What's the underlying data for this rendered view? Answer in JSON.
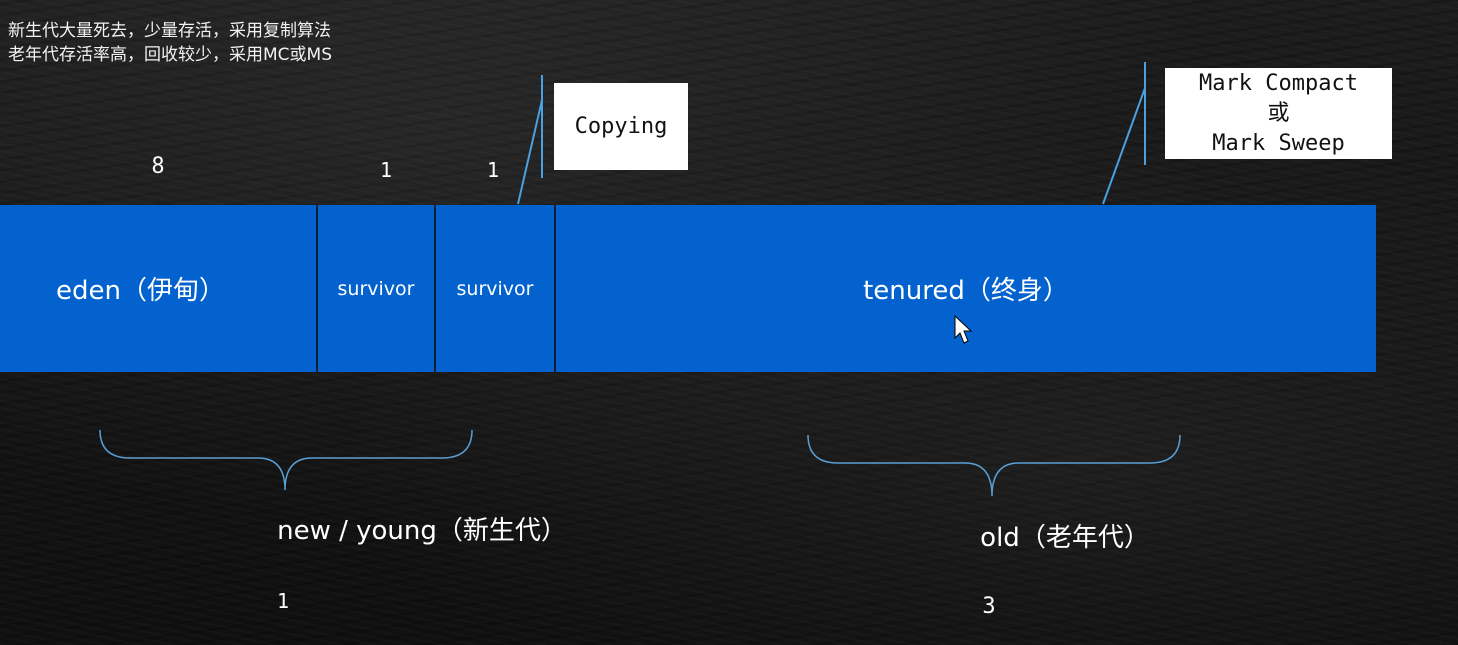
{
  "notes": {
    "line1": "新生代大量死去，少量存活，采用复制算法",
    "line2": "老年代存活率高，回收较少，采用MC或MS"
  },
  "ratios": {
    "eden": "8",
    "survivor1": "1",
    "survivor2": "1",
    "young": "1",
    "old": "3"
  },
  "regions": {
    "eden": "eden（伊甸）",
    "survivor1": "survivor",
    "survivor2": "survivor",
    "tenured": "tenured（终身）"
  },
  "callouts": {
    "copying": "Copying",
    "mark_line1": "Mark Compact",
    "mark_line2": "或",
    "mark_line3": "Mark Sweep"
  },
  "groups": {
    "young": "new / young（新生代）",
    "old": "old（老年代）"
  },
  "colors": {
    "heap_blue": "#0462cf",
    "bracket": "#5a9fd4",
    "leader": "#4aa0e0",
    "background": "#161616"
  },
  "icons": {
    "cursor": "mouse-pointer-icon"
  }
}
